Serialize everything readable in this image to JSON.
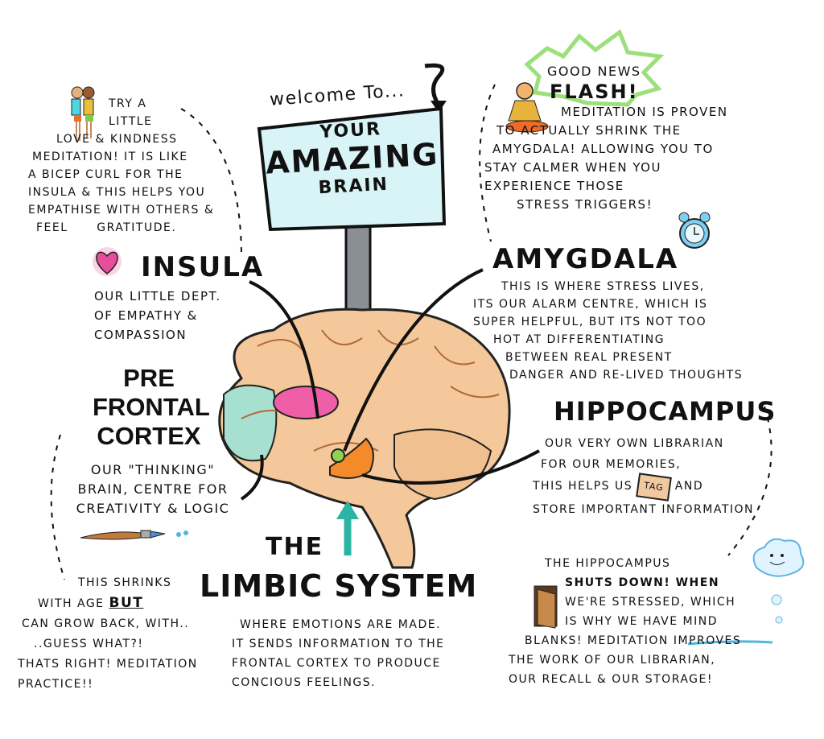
{
  "title": {
    "welcome": "welcome To...",
    "sign": [
      "YOUR",
      "AMAZING",
      "BRAIN"
    ]
  },
  "insula": {
    "tip_lines": [
      "Try a",
      "Little",
      "Love & Kindness",
      "Meditation! It is like",
      "a bicep curl for the",
      "insula & this helps you",
      "empathise with others &",
      "feel      gratitude."
    ],
    "heading": "INSULA",
    "desc_lines": [
      "our little dept.",
      "of empathy &",
      "compassion"
    ]
  },
  "prefrontal": {
    "heading_lines": [
      "PRE",
      "FRONTAL",
      "CORTEX"
    ],
    "desc_lines": [
      "our \"Thinking\"",
      "brain, centre for",
      "creativity & logic"
    ],
    "note_lines": [
      "This shrinks",
      "with age",
      "can grow back, with..",
      "..guess what?!",
      "Thats right! meditation",
      "practice!!"
    ],
    "note_but": "BUT"
  },
  "limbic": {
    "the": "THE",
    "heading": "LIMBIC SYSTEM",
    "desc_lines": [
      "where emotions are made.",
      "It sends information to the",
      "frontal cortex to produce",
      "concious feelings."
    ]
  },
  "amygdala": {
    "news_lines": [
      "Good news",
      "FLASH!"
    ],
    "news_text_lines": [
      "meditation is proven",
      "To actually shrink the",
      "amygdala! allowing you to",
      "stay calmer when you",
      "experience those",
      "stress triggers!"
    ],
    "heading": "AMYGDALA",
    "desc_lines": [
      "This is where stress lives,",
      "its our alarm centre, which is",
      "super helpful, but its not too",
      "hot at differentiating",
      "between real present",
      "danger and re-lived thoughts"
    ]
  },
  "hippocampus": {
    "heading": "HIPPOCAMPUS",
    "desc_lines": [
      "our very own librarian",
      "for our memories,",
      "this helps us",
      "store important information"
    ],
    "tag": "TAG",
    "and": "and",
    "note_lines": [
      "The Hippocampus",
      "shuts down! when",
      "we're stressed, which",
      "is why we have mind",
      "blanks! meditation improves",
      "the work of our librarian,",
      "our recall & our storage!"
    ]
  },
  "colors": {
    "brain": "#f4c89a",
    "prefrontal": "#a8e0cf",
    "insula": "#ee5fa8",
    "amygdala": "#8fd14f",
    "hippocampus": "#f48a2a",
    "sign": "#d8f4f7",
    "arrow_teal": "#2bb3a3",
    "starburst": "#9be07a"
  }
}
